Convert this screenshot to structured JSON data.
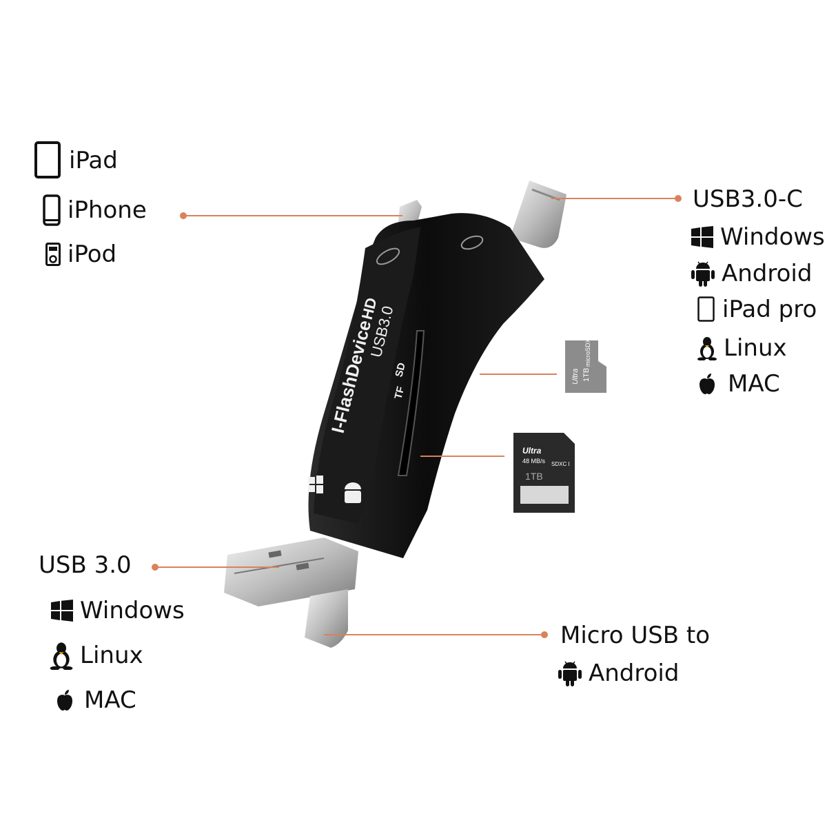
{
  "apple_group": {
    "items": [
      {
        "label": "iPad",
        "icon": "tablet-icon"
      },
      {
        "label": "iPhone",
        "icon": "phone-icon"
      },
      {
        "label": "iPod",
        "icon": "ipod-icon"
      }
    ]
  },
  "usbc_group": {
    "title": "USB3.0-C",
    "items": [
      {
        "label": "Windows",
        "icon": "windows-icon"
      },
      {
        "label": "Android",
        "icon": "android-icon"
      },
      {
        "label": "iPad pro",
        "icon": "tablet-icon"
      },
      {
        "label": "Linux",
        "icon": "linux-icon"
      },
      {
        "label": "MAC",
        "icon": "apple-icon"
      }
    ]
  },
  "usb3_group": {
    "title": "USB 3.0",
    "items": [
      {
        "label": "Windows",
        "icon": "windows-icon"
      },
      {
        "label": "Linux",
        "icon": "linux-icon"
      },
      {
        "label": "MAC",
        "icon": "apple-icon"
      }
    ]
  },
  "micro_group": {
    "title": "Micro USB to",
    "items": [
      {
        "label": "Android",
        "icon": "android-icon"
      }
    ]
  },
  "device": {
    "brand": "I-FlashDevice",
    "badge": "HD",
    "spec": "USB3.0",
    "slot_sd": "SD",
    "slot_tf": "TF"
  },
  "microsd_card": {
    "brand": "Ultra",
    "capacity": "1TB",
    "type": "microSDXC I"
  },
  "sd_card": {
    "brand": "Ultra",
    "speed": "48 MB/s",
    "capacity": "1TB",
    "type": "SDXC I"
  },
  "colors": {
    "leader": "#d9825b",
    "device": "#111111",
    "metal": "#b8b8b8"
  }
}
